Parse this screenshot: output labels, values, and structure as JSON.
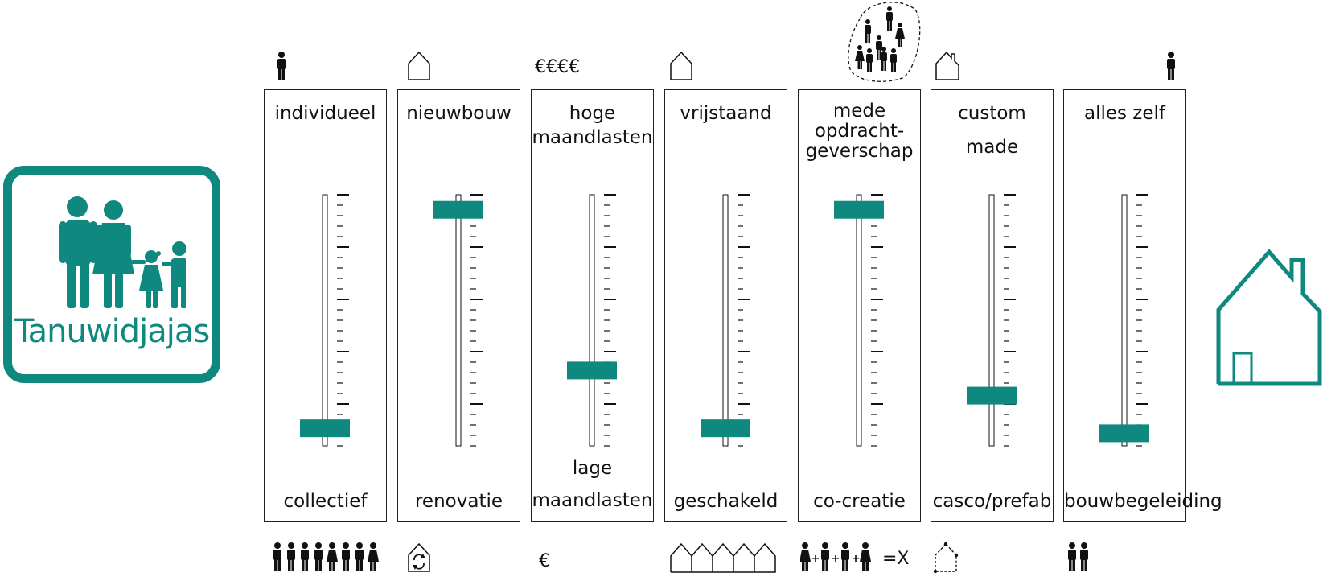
{
  "logo": {
    "text": "Tanuwidjajas",
    "icon": "family-icon",
    "color": "#0f8880"
  },
  "accent_color": "#0f8880",
  "house_icon": "house-icon",
  "sliders": [
    {
      "id": "individueel-collectief",
      "top_label": "individueel",
      "bottom_label": "collectief",
      "top_icon": "person-icon",
      "bottom_icon": "group-icon",
      "value": 0.07
    },
    {
      "id": "nieuwbouw-renovatie",
      "top_label": "nieuwbouw",
      "bottom_label": "renovatie",
      "top_icon": "house-outline-icon",
      "bottom_icon": "renovation-house-icon",
      "value": 0.94
    },
    {
      "id": "maandlasten",
      "top_label": "hoge\nmaandlasten",
      "bottom_label": "lage\nmaandlasten",
      "top_icon": "euro-signs-icon",
      "top_icon_text": "€€€€",
      "bottom_icon": "euro-sign-icon",
      "bottom_icon_text": "€",
      "value": 0.3
    },
    {
      "id": "vrijstaand-geschakeld",
      "top_label": "vrijstaand",
      "bottom_label": "geschakeld",
      "top_icon": "house-outline-icon",
      "bottom_icon": "row-houses-icon",
      "value": 0.07
    },
    {
      "id": "opdrachtgeverschap",
      "top_label": "mede\nopdracht-\ngeverschap",
      "bottom_label": "co-creatie",
      "top_icon": "crowd-icon",
      "bottom_icon": "co-creation-icon",
      "bottom_icon_text": "=X",
      "value": 0.94
    },
    {
      "id": "custom-casco",
      "top_label": "custom\nmade",
      "bottom_label": "casco/prefab",
      "top_icon": "custom-house-icon",
      "bottom_icon": "casco-house-icon",
      "value": 0.2
    },
    {
      "id": "zelf-bouwbegeleiding",
      "top_label": "alles zelf",
      "bottom_label": "bouwbegeleiding",
      "top_icon": "person-icon",
      "bottom_icon": "two-persons-icon",
      "value": 0.05
    }
  ]
}
